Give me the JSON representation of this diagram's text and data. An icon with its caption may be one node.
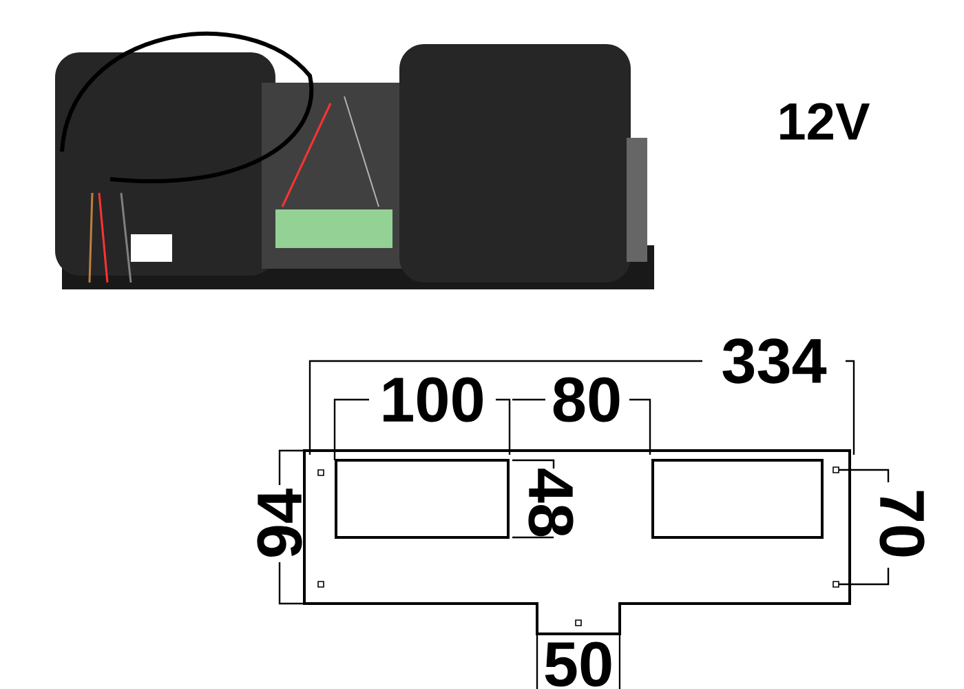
{
  "diagram": {
    "labels": [
      "12V",
      "334",
      "100",
      "80",
      "94",
      "48",
      "70",
      "50"
    ]
  }
}
